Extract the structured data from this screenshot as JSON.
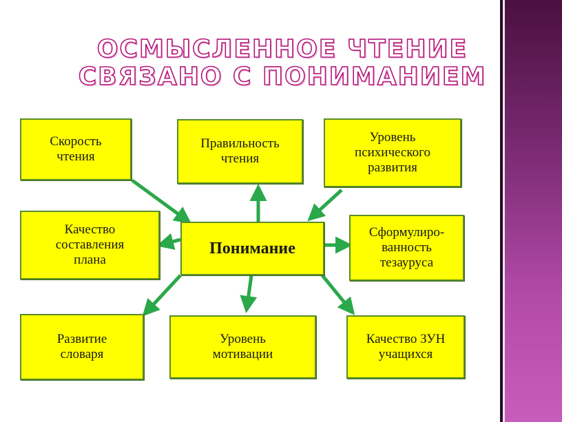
{
  "title": {
    "line1": "Осмысленное чтение",
    "line2": "связано с пониманием"
  },
  "diagram": {
    "center": "Понимание",
    "nodes": {
      "reading_speed": "Скорость\nчтения",
      "reading_accuracy": "Правильность\nчтения",
      "mental_development": "Уровень\nпсихического\nразвития",
      "plan_quality": "Качество\nсоставления\nплана",
      "thesaurus": "Сформулиро-\nванность\nтезауруса",
      "vocabulary": "Развитие\nсловаря",
      "motivation": "Уровень\nмотивации",
      "zun_quality": "Качество ЗУН\nучащихся"
    }
  },
  "colors": {
    "box_fill": "#ffff00",
    "box_border": "#5a8c2a",
    "arrow": "#2aa84a",
    "title_outline": "#b3177a",
    "sidebar": "#9a3a90"
  }
}
